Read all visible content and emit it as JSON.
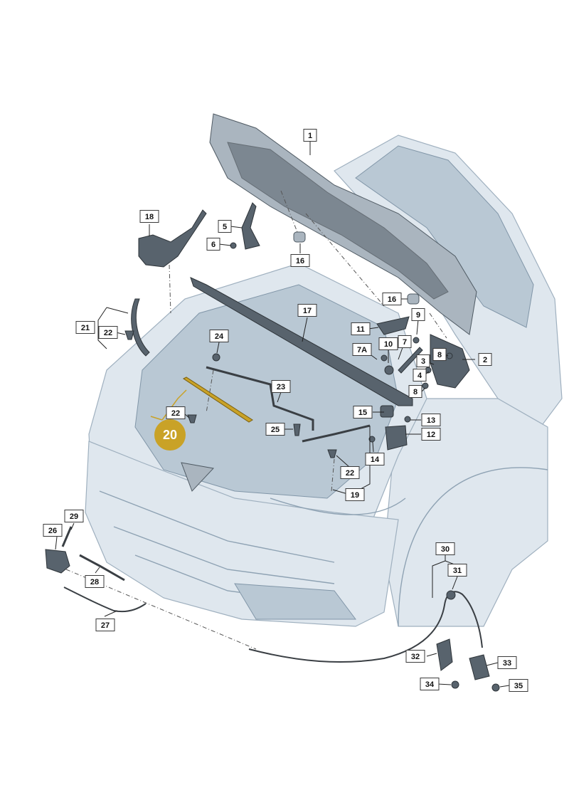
{
  "diagram": {
    "highlight": {
      "label": "20",
      "color": "#c9a227",
      "text_color": "#ffffff"
    },
    "callouts": [
      {
        "id": "c1",
        "label": "1"
      },
      {
        "id": "c2",
        "label": "2"
      },
      {
        "id": "c3",
        "label": "3"
      },
      {
        "id": "c4",
        "label": "4"
      },
      {
        "id": "c5",
        "label": "5"
      },
      {
        "id": "c6",
        "label": "6"
      },
      {
        "id": "c7",
        "label": "7"
      },
      {
        "id": "c7a",
        "label": "7A"
      },
      {
        "id": "c8a",
        "label": "8"
      },
      {
        "id": "c8b",
        "label": "8"
      },
      {
        "id": "c9",
        "label": "9"
      },
      {
        "id": "c10",
        "label": "10"
      },
      {
        "id": "c11",
        "label": "11"
      },
      {
        "id": "c12",
        "label": "12"
      },
      {
        "id": "c13",
        "label": "13"
      },
      {
        "id": "c14",
        "label": "14"
      },
      {
        "id": "c15",
        "label": "15"
      },
      {
        "id": "c16a",
        "label": "16"
      },
      {
        "id": "c16b",
        "label": "16"
      },
      {
        "id": "c17",
        "label": "17"
      },
      {
        "id": "c18",
        "label": "18"
      },
      {
        "id": "c19",
        "label": "19"
      },
      {
        "id": "c21",
        "label": "21"
      },
      {
        "id": "c22a",
        "label": "22"
      },
      {
        "id": "c22b",
        "label": "22"
      },
      {
        "id": "c22c",
        "label": "22"
      },
      {
        "id": "c23",
        "label": "23"
      },
      {
        "id": "c24",
        "label": "24"
      },
      {
        "id": "c25",
        "label": "25"
      },
      {
        "id": "c26",
        "label": "26"
      },
      {
        "id": "c27",
        "label": "27"
      },
      {
        "id": "c28",
        "label": "28"
      },
      {
        "id": "c29",
        "label": "29"
      },
      {
        "id": "c30",
        "label": "30"
      },
      {
        "id": "c31",
        "label": "31"
      },
      {
        "id": "c32",
        "label": "32"
      },
      {
        "id": "c33",
        "label": "33"
      },
      {
        "id": "c34",
        "label": "34"
      },
      {
        "id": "c35",
        "label": "35"
      }
    ]
  }
}
